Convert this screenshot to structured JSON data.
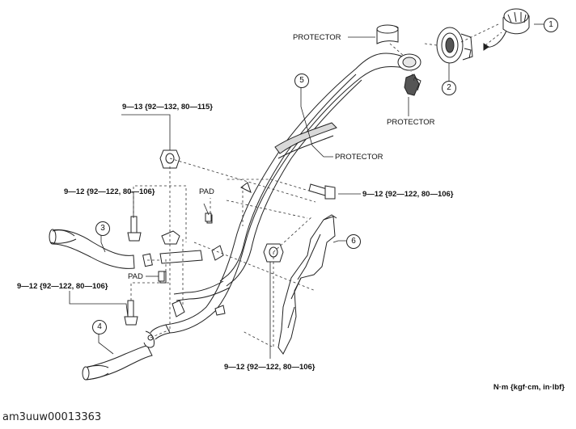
{
  "callouts": [
    "1",
    "2",
    "3",
    "4",
    "5",
    "6"
  ],
  "labels": {
    "protector_top": "PROTECTOR",
    "protector_right": "PROTECTOR",
    "protector_mid": "PROTECTOR",
    "pad_upper": "PAD",
    "pad_lower": "PAD"
  },
  "torques": {
    "top": "9—13 {92—132, 80—115}",
    "upper_left": "9—12 {92—122, 80—106}",
    "lower_left": "9—12 {92—122, 80—106}",
    "right_bolt": "9—12 {92—122, 80—106}",
    "bottom": "9—12 {92—122, 80—106}"
  },
  "units": "N·m {kgf·cm, in·lbf}",
  "figure_id": "am3uuw00013363",
  "colors": {
    "line": "#222222",
    "fill": "#ffffff",
    "shade": "#cfcfcf",
    "dark": "#555555"
  }
}
